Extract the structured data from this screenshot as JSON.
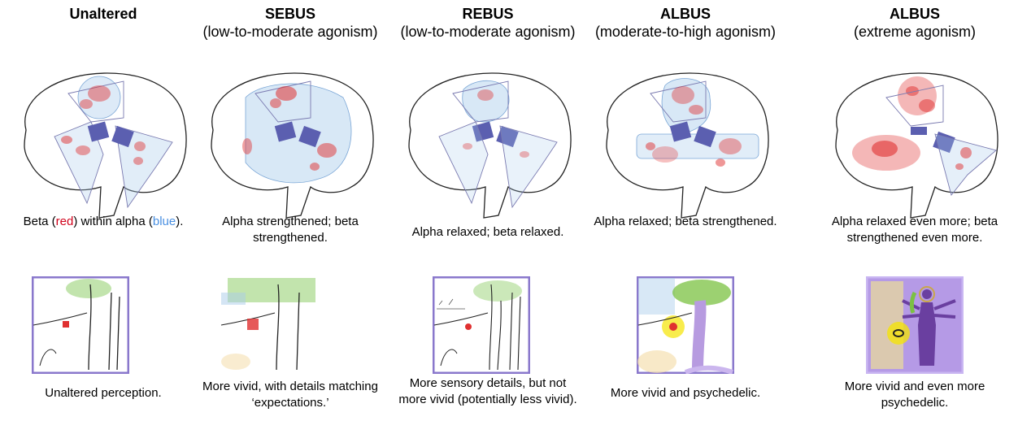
{
  "columns": [
    {
      "title": "Unaltered",
      "subtitle": "",
      "brain_caption_parts": [
        "Beta (",
        "red",
        ") within alpha (",
        "blue",
        ")."
      ],
      "scene_caption": "Unaltered perception."
    },
    {
      "title": "SEBUS",
      "subtitle": "(low-to-moderate agonism)",
      "brain_caption": "Alpha strengthened; beta strengthened.",
      "scene_caption": "More vivid, with details matching ‘expectations.’"
    },
    {
      "title": "REBUS",
      "subtitle": "(low-to-moderate agonism)",
      "brain_caption": "Alpha relaxed;  beta relaxed.",
      "scene_caption": "More sensory details, but not more vivid (potentially less vivid)."
    },
    {
      "title": "ALBUS",
      "subtitle": "(moderate-to-high agonism)",
      "brain_caption": "Alpha relaxed; beta strengthened.",
      "scene_caption": "More vivid and psychedelic."
    },
    {
      "title": "ALBUS",
      "subtitle": "(extreme agonism)",
      "brain_caption": "Alpha relaxed even more; beta strengthened even more.",
      "scene_caption": "More vivid and even more psychedelic."
    }
  ],
  "colors": {
    "beta": "#e03030",
    "alpha": "#a9cbea",
    "frame": "#8a78cc",
    "highlight": "#f5e400",
    "psychedelic": "#8a6ad0"
  }
}
